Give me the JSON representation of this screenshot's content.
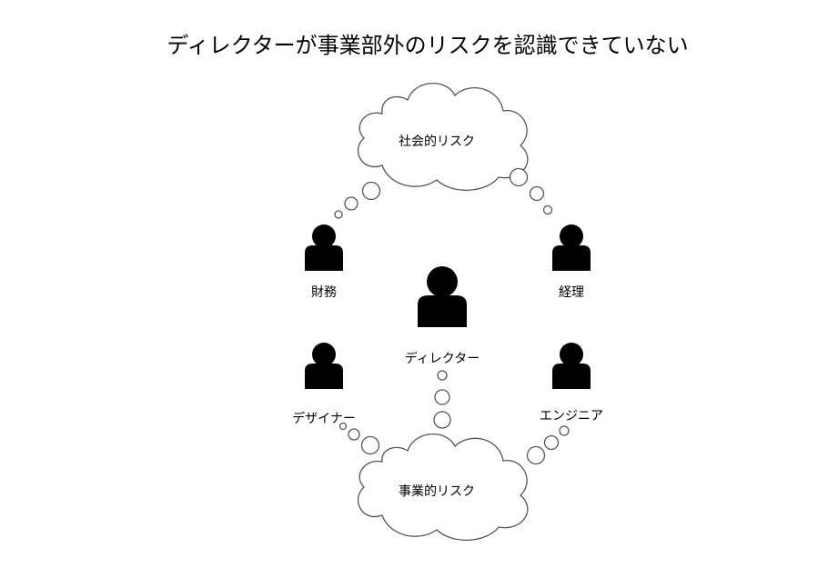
{
  "title": "ディレクターが事業部外のリスクを認識できていない",
  "clouds": {
    "social": "社会的リスク",
    "business": "事業的リスク"
  },
  "people": {
    "finance": "財務",
    "accounting": "経理",
    "director": "ディレクター",
    "designer": "デザイナー",
    "engineer": "エンジニア"
  }
}
